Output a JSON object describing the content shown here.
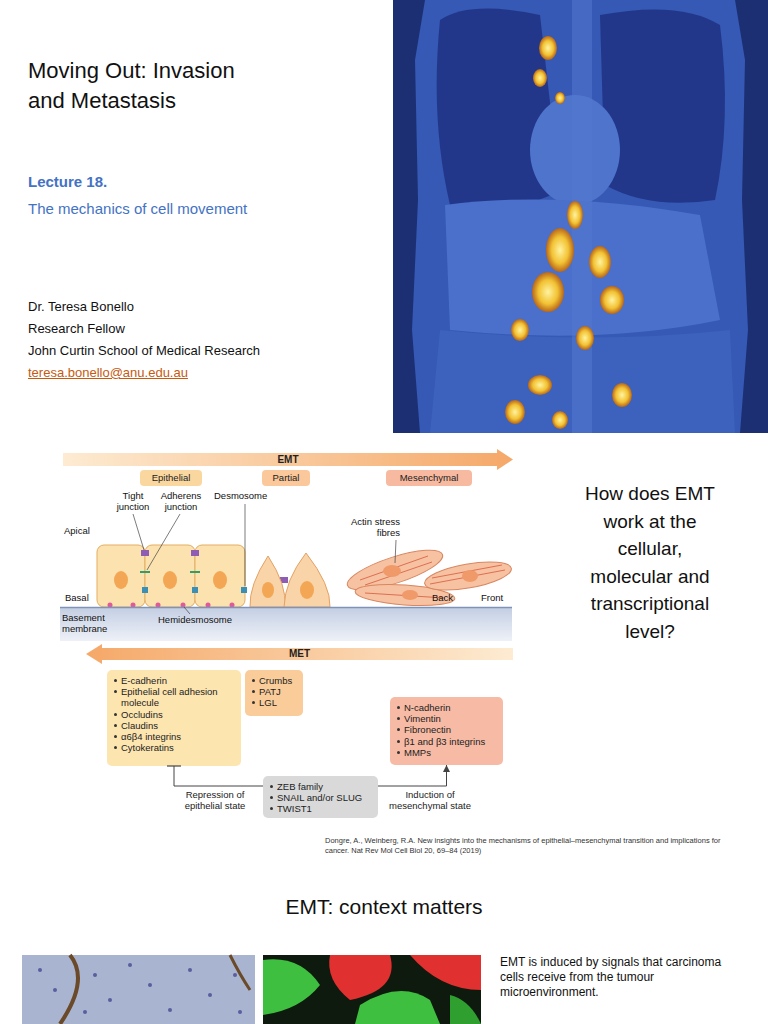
{
  "diagram": {
    "title": "Moving Out: Invasion and Metastasis",
    "nodes": [
      {
        "text": [
          "EMT"
        ]
      },
      {
        "text": [
          "Epithelial"
        ]
      },
      {
        "text": [
          "Partial"
        ]
      },
      {
        "text": [
          "Mesenchymal"
        ]
      },
      {
        "text": [
          "MET"
        ]
      },
      {
        "text": [
          "E-cadherin",
          "Epithelial cell adhesion molecule",
          "Occludins",
          "Claudins",
          "α6β4 integrins",
          "Cytokeratins"
        ]
      },
      {
        "text": [
          "Crumbs",
          "PATJ",
          "LGL"
        ]
      },
      {
        "text": [
          "N-cadherin",
          "Vimentin",
          "Fibronectin",
          "β1 and β3 integrins",
          "MMPs"
        ]
      },
      {
        "text": [
          "ZEB family",
          "SNAIL and/or SLUG",
          "TWIST1"
        ]
      }
    ],
    "edges": [
      {
        "from": 8,
        "to": 5,
        "label": "Repression of epithelial state",
        "arrow": "to"
      },
      {
        "from": 8,
        "to": 7,
        "label": "Induction of mesenchymal state",
        "arrow": "to"
      }
    ],
    "labels": [
      "Lecture 18.",
      "The mechanics of cell movement",
      "Dr. Teresa Bonello",
      "Research Fellow",
      "John Curtin School of Medical Research",
      "teresa.bonello@anu.edu.au",
      "Tight junction",
      "Adherens junction",
      "Desmosome",
      "Apical",
      "Actin stress fibres",
      "Basal",
      "Back",
      "Front",
      "Basement membrane",
      "Hemidesmosome",
      "How does EMT work at the cellular, molecular and transcriptional level?",
      "Dongre, A., Weinberg, R.A. New insights into the mechanisms of epithelial–mesenchymal transition and implications for cancer. Nat Rev Mol Cell Biol 20, 69–84 (2019)",
      "EMT: context matters",
      "EMT is induced by signals that carcinoma cells receive from the tumour microenvironment."
    ]
  }
}
